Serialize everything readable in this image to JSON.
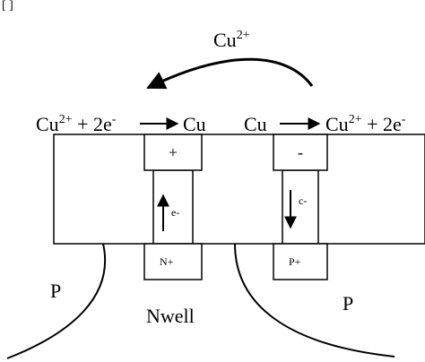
{
  "top_ion": {
    "base": "Cu",
    "sup": "2+"
  },
  "left_reaction": {
    "species": "Cu",
    "sup1": "2+",
    "plus": " + 2e",
    "sup2": "-",
    "product": "Cu"
  },
  "right_reaction": {
    "reactant": "Cu",
    "product": "Cu",
    "sup1": "2+",
    "plus": " + 2e",
    "sup2": "-"
  },
  "left_contact_sign": "+",
  "right_contact_sign": "-",
  "left_electron_label": "e-",
  "right_electron_label": "c-",
  "left_implant_label": "N+",
  "right_implant_label": "P+",
  "region_p_left": "P",
  "region_nwell": "Nwell",
  "region_p_right": "P",
  "corner_mark": "[ ]"
}
